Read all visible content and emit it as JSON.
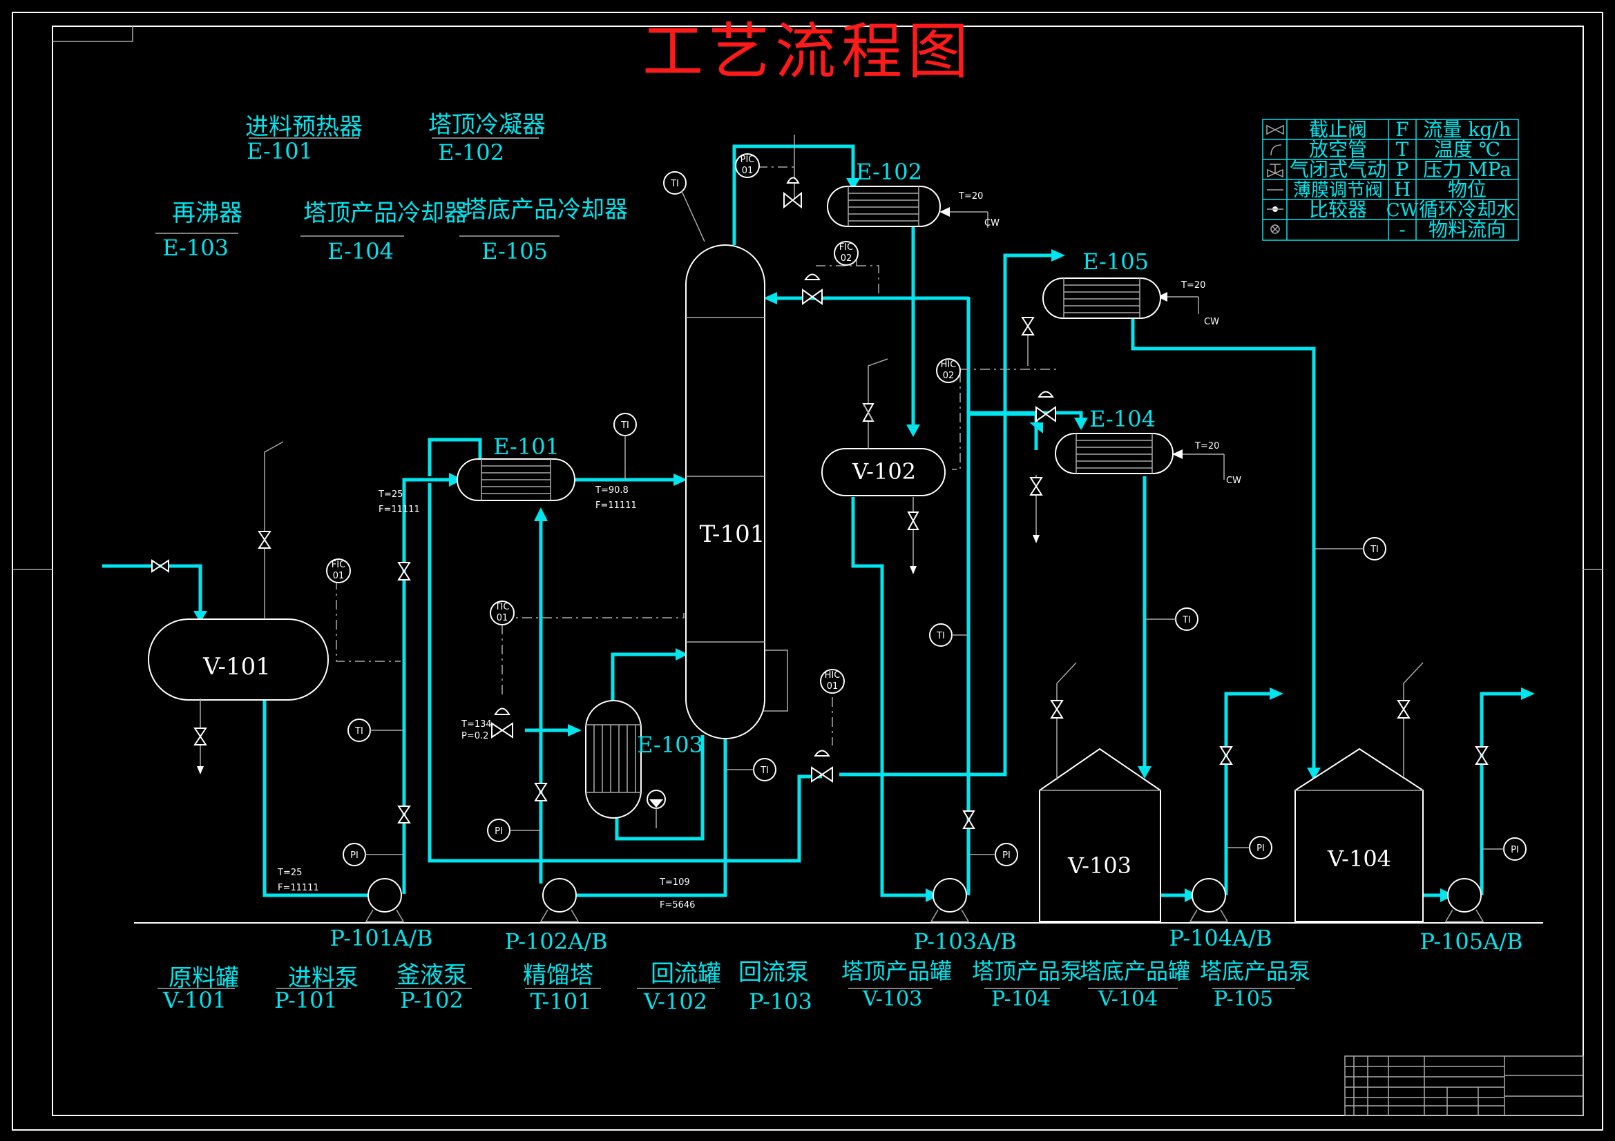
{
  "title": "工艺流程图",
  "equipment_top": [
    {
      "name": "进料预热器",
      "tag": "E-101"
    },
    {
      "name": "塔顶冷凝器",
      "tag": "E-102"
    },
    {
      "name": "再沸器",
      "tag": "E-103"
    },
    {
      "name": "塔顶产品冷却器",
      "tag": "E-104"
    },
    {
      "name": "塔底产品冷却器",
      "tag": "E-105"
    }
  ],
  "equipment_bottom": [
    {
      "name": "原料罐",
      "tag": "V-101"
    },
    {
      "name": "进料泵",
      "tag": "P-101"
    },
    {
      "name": "釜液泵",
      "tag": "P-102"
    },
    {
      "name": "精馏塔",
      "tag": "T-101"
    },
    {
      "name": "回流罐",
      "tag": "V-102"
    },
    {
      "name": "回流泵",
      "tag": "P-103"
    },
    {
      "name": "塔顶产品罐",
      "tag": "V-103"
    },
    {
      "name": "塔顶产品泵",
      "tag": "P-104"
    },
    {
      "name": "塔底产品罐",
      "tag": "V-104"
    },
    {
      "name": "塔底产品泵",
      "tag": "P-105"
    }
  ],
  "legend": {
    "rows": [
      {
        "symbol": "截止阀",
        "code": "F",
        "meaning": "流量 kg/h"
      },
      {
        "symbol": "放空管",
        "code": "T",
        "meaning": "温度 ℃"
      },
      {
        "symbol": "气闭式气动",
        "code": "P",
        "meaning": "压力 MPa"
      },
      {
        "symbol": "薄膜调节阀",
        "code": "H",
        "meaning": "物位"
      },
      {
        "symbol": "比较器",
        "code": "CW",
        "meaning": "循环冷却水"
      },
      {
        "symbol": "",
        "code": "-",
        "meaning": "物料流向"
      }
    ]
  },
  "vessels": {
    "v101": "V-101",
    "v102": "V-102",
    "v103": "V-103",
    "v104": "V-104",
    "t101": "T-101"
  },
  "exchangers": {
    "e101": "E-101",
    "e102": "E-102",
    "e103": "E-103",
    "e104": "E-104",
    "e105": "E-105"
  },
  "pumps": {
    "p101": "P-101A/B",
    "p102": "P-102A/B",
    "p103": "P-103A/B",
    "p104": "P-104A/B",
    "p105": "P-105A/B"
  },
  "instruments": {
    "ti": "TI",
    "pi": "PI",
    "fic1": [
      "FIC",
      "01"
    ],
    "fic2": [
      "FIC",
      "02"
    ],
    "pic1": [
      "PIC",
      "01"
    ],
    "tic1": [
      "TIC",
      "01"
    ],
    "hic1": [
      "HIC",
      "01"
    ],
    "hic2": [
      "HIC",
      "02"
    ]
  },
  "conditions": {
    "feed_in": [
      "T=25",
      "F=11111"
    ],
    "feed_out": [
      "T=90.8",
      "F=11111"
    ],
    "feed_v101": [
      "T=25",
      "F=11111"
    ],
    "bottoms": [
      "T=109",
      "F=5646"
    ],
    "steam": [
      "T=134",
      "P=0.2"
    ],
    "cw": "T=20",
    "cw_label": "CW"
  },
  "colors": {
    "pipe": "#00e5ee",
    "title": "#ff1a1a",
    "equipment": "#ffffff",
    "background": "#000000"
  }
}
